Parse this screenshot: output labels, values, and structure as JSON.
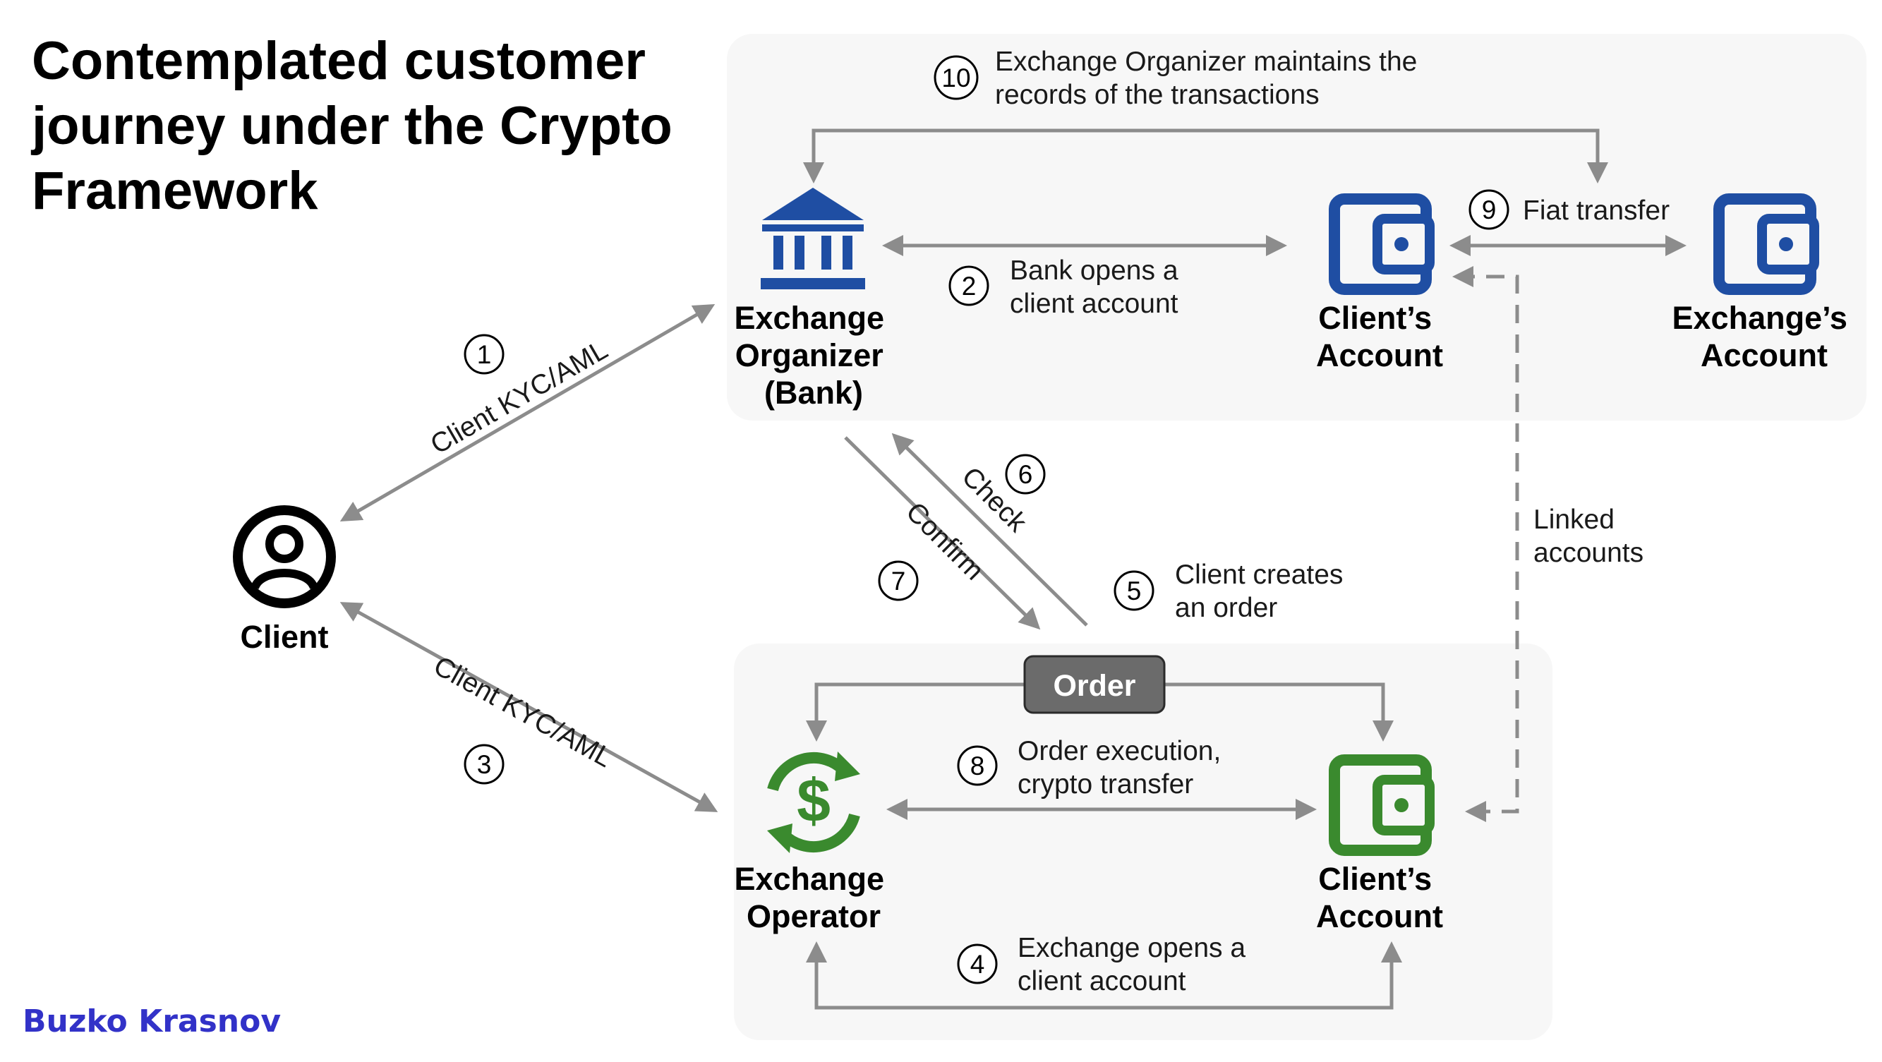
{
  "title_lines": [
    "Contemplated customer",
    "journey under the Crypto",
    "Framework"
  ],
  "brand": "Buzko Krasnov",
  "colors": {
    "bank_blue": "#1f4ea3",
    "operator_green": "#3a8a2e",
    "arrow_gray": "#8c8c8c",
    "panel_bg": "#f7f7f7",
    "order_bg": "#6b6b6b"
  },
  "nodes": {
    "client": {
      "label": "Client",
      "icon": "user-circle-icon"
    },
    "organizer": {
      "label_lines": [
        "Exchange",
        "Organizer",
        "(Bank)"
      ],
      "icon": "bank-icon"
    },
    "bank_client_account": {
      "label_lines": [
        "Client’s",
        "Account"
      ],
      "icon": "wallet-icon"
    },
    "exchange_account": {
      "label_lines": [
        "Exchange’s",
        "Account"
      ],
      "icon": "wallet-icon"
    },
    "operator": {
      "label_lines": [
        "Exchange",
        "Operator"
      ],
      "icon": "dollar-exchange-icon"
    },
    "crypto_client_account": {
      "label_lines": [
        "Client’s",
        "Account"
      ],
      "icon": "wallet-icon"
    },
    "order": {
      "label": "Order"
    }
  },
  "steps": {
    "s1": {
      "num": "1",
      "text": "Client KYC/AML"
    },
    "s2": {
      "num": "2",
      "lines": [
        "Bank opens a",
        "client account"
      ]
    },
    "s3": {
      "num": "3",
      "text": "Client KYC/AML"
    },
    "s4": {
      "num": "4",
      "lines": [
        "Exchange opens a",
        "client account"
      ]
    },
    "s5": {
      "num": "5",
      "lines": [
        "Client creates",
        "an order"
      ]
    },
    "s6": {
      "num": "6",
      "text": "Check"
    },
    "s7": {
      "num": "7",
      "text": "Confirm"
    },
    "s8": {
      "num": "8",
      "lines": [
        "Order execution,",
        "crypto transfer"
      ]
    },
    "s9": {
      "num": "9",
      "text": "Fiat transfer"
    },
    "s10": {
      "num": "10",
      "lines": [
        "Exchange Organizer maintains the",
        "records of the transactions"
      ]
    }
  },
  "linked": {
    "lines": [
      "Linked",
      "accounts"
    ]
  }
}
